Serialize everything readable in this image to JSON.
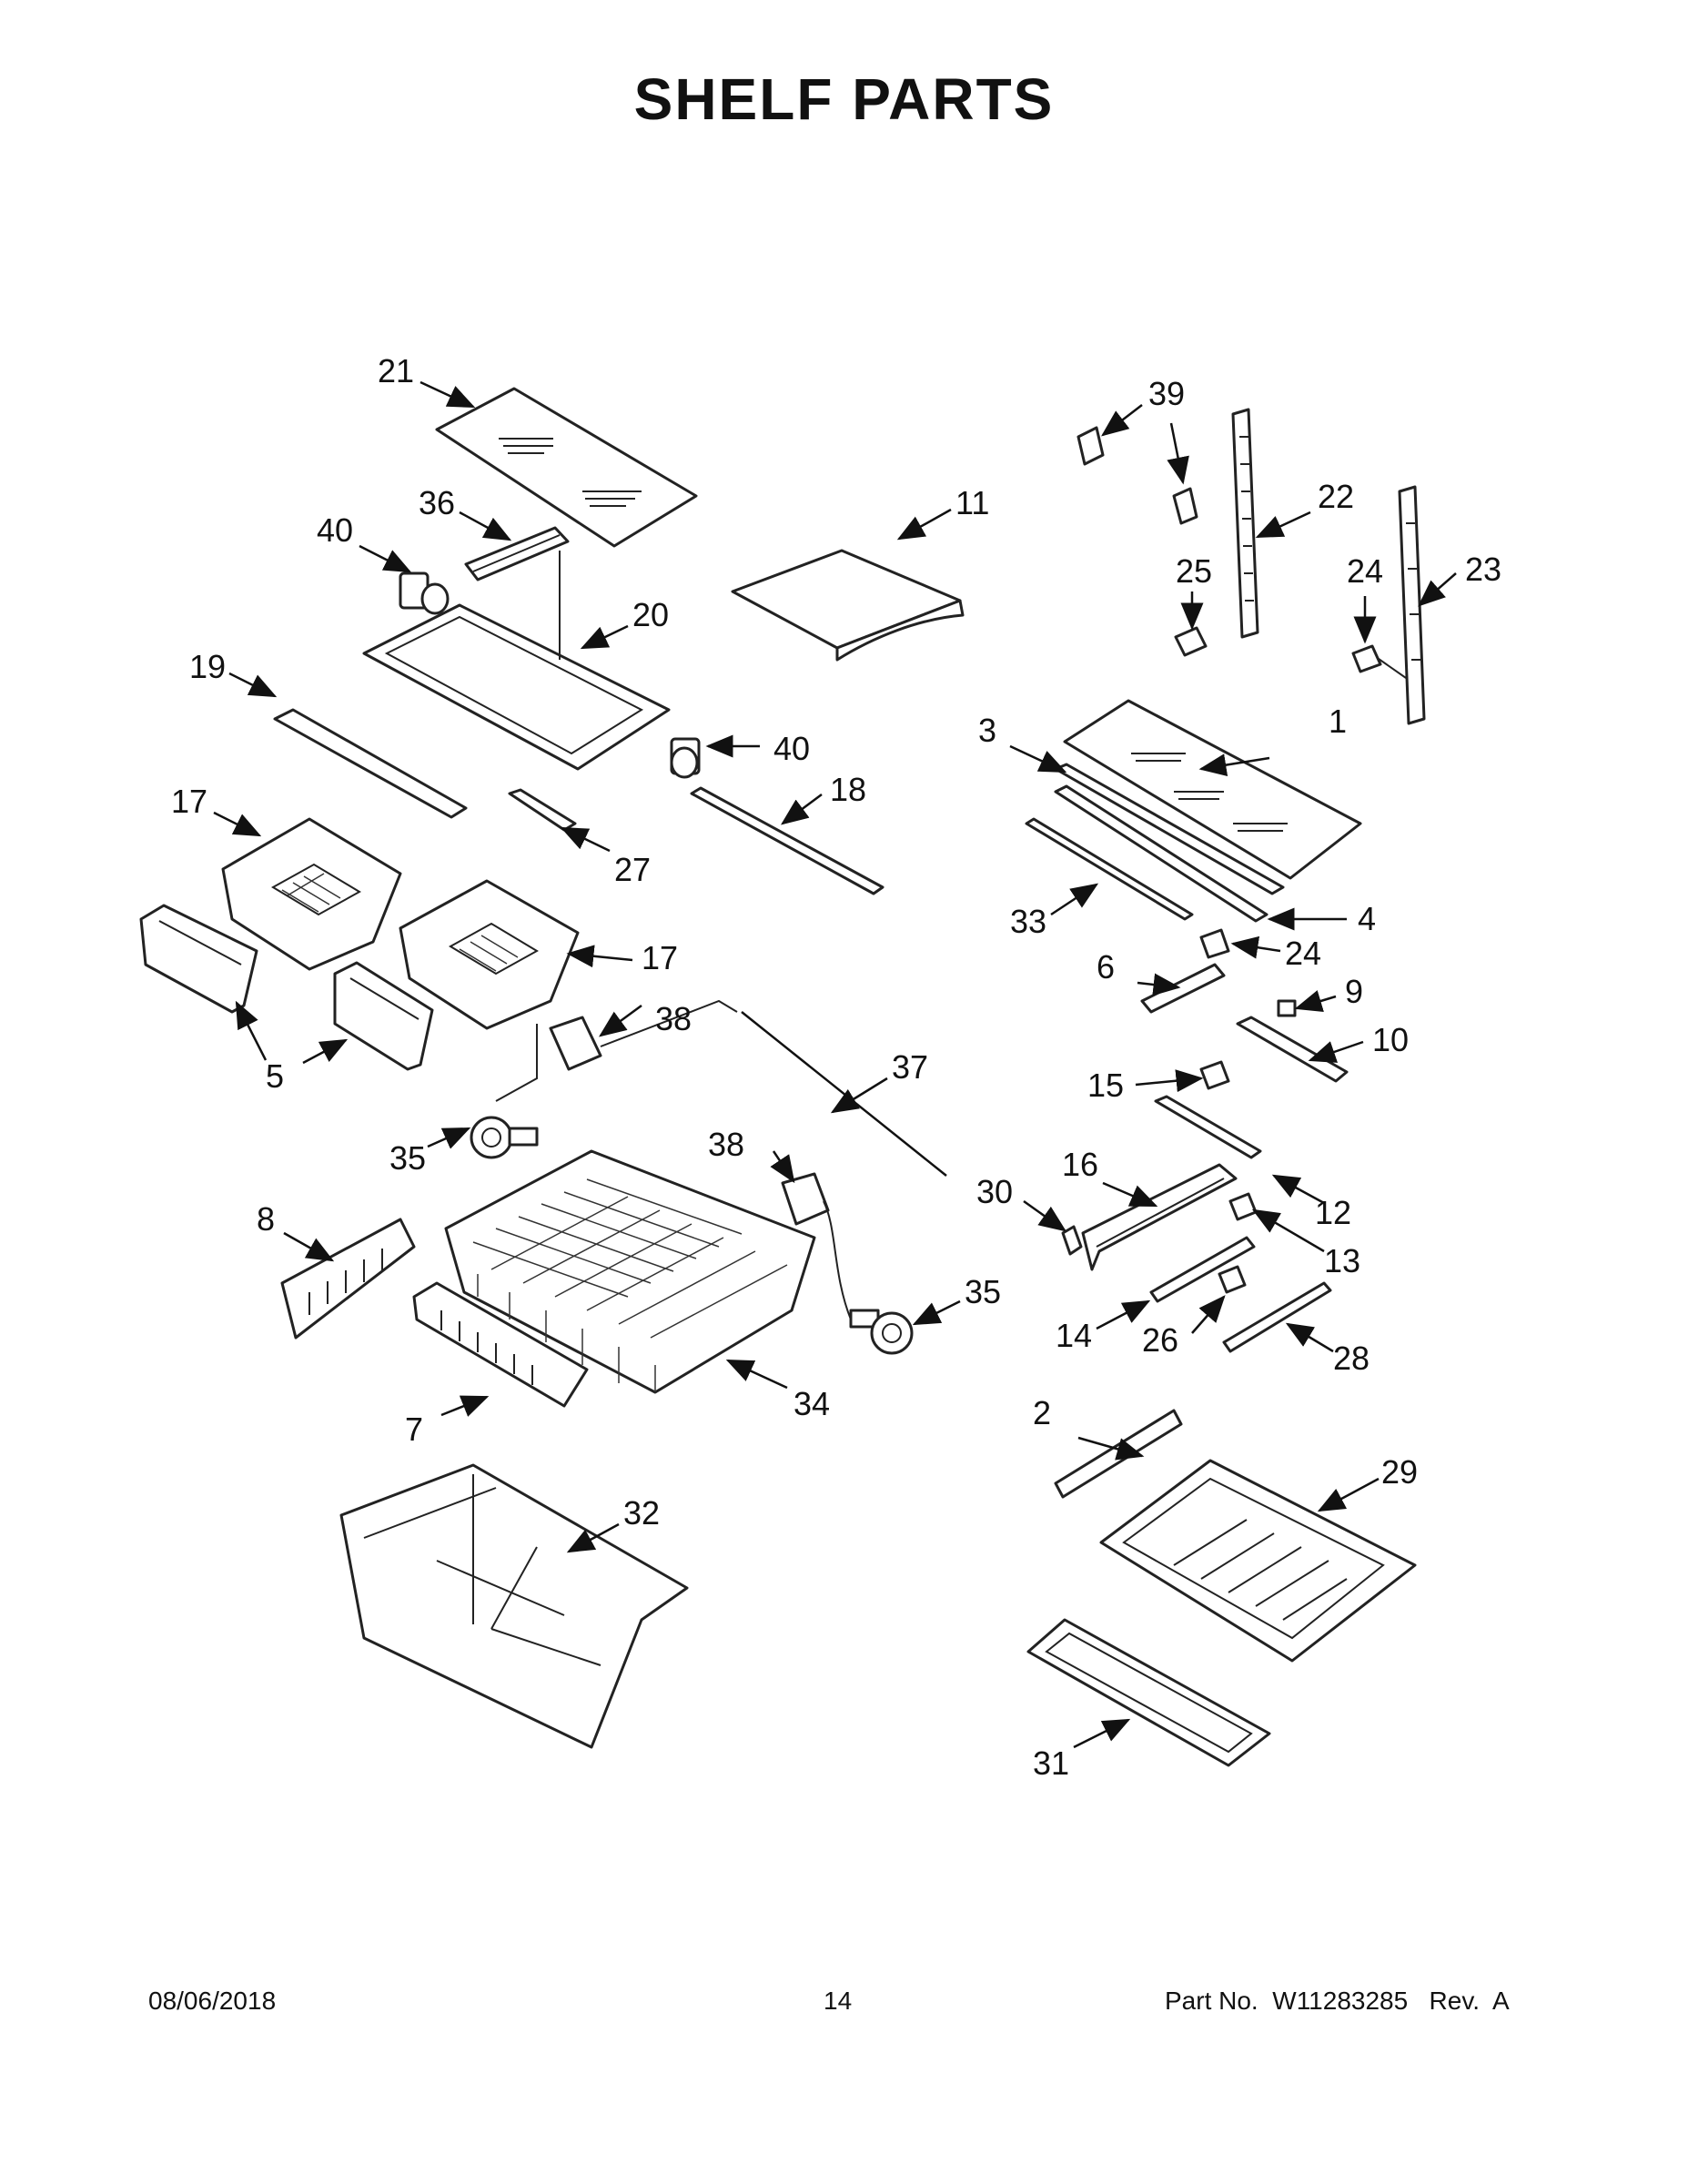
{
  "page": {
    "title": "SHELF  PARTS",
    "footer_date": "08/06/2018",
    "footer_page": "14",
    "footer_part": "Part No.  W11283285   Rev.  A"
  },
  "callouts": [
    "1",
    "2",
    "3",
    "4",
    "5",
    "6",
    "7",
    "8",
    "9",
    "10",
    "11",
    "12",
    "13",
    "14",
    "15",
    "16",
    "17",
    "17",
    "18",
    "19",
    "20",
    "21",
    "22",
    "23",
    "24",
    "24",
    "25",
    "26",
    "27",
    "28",
    "29",
    "30",
    "31",
    "32",
    "33",
    "34",
    "35",
    "35",
    "36",
    "37",
    "38",
    "38",
    "39",
    "40",
    "40"
  ]
}
